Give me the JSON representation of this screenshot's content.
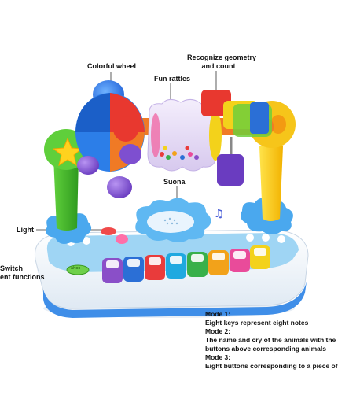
{
  "labels": {
    "colorful_wheel": "Colorful wheel",
    "fun_rattles": "Fun rattles",
    "recognize_line1": "Recognize geometry",
    "recognize_line2": "and count",
    "suona": "Suona",
    "light": "Light",
    "switch_line1": "Switch",
    "switch_line2": "ent functions"
  },
  "modes": [
    "Mode 1:",
    "Eight keys represent eight notes",
    "Mode 2:",
    "The name and cry of the animals with the e",
    "buttons above corresponding animals",
    "Mode 3:",
    "Eight buttons corresponding to a piece of r"
  ],
  "toy": {
    "switch_button_text": "ahoo",
    "key_colors": [
      "#8a4fc8",
      "#2b6fd6",
      "#e93b3b",
      "#1fa9e0",
      "#38b04a",
      "#f2a21a",
      "#e94b9a",
      "#f3d21b"
    ]
  }
}
